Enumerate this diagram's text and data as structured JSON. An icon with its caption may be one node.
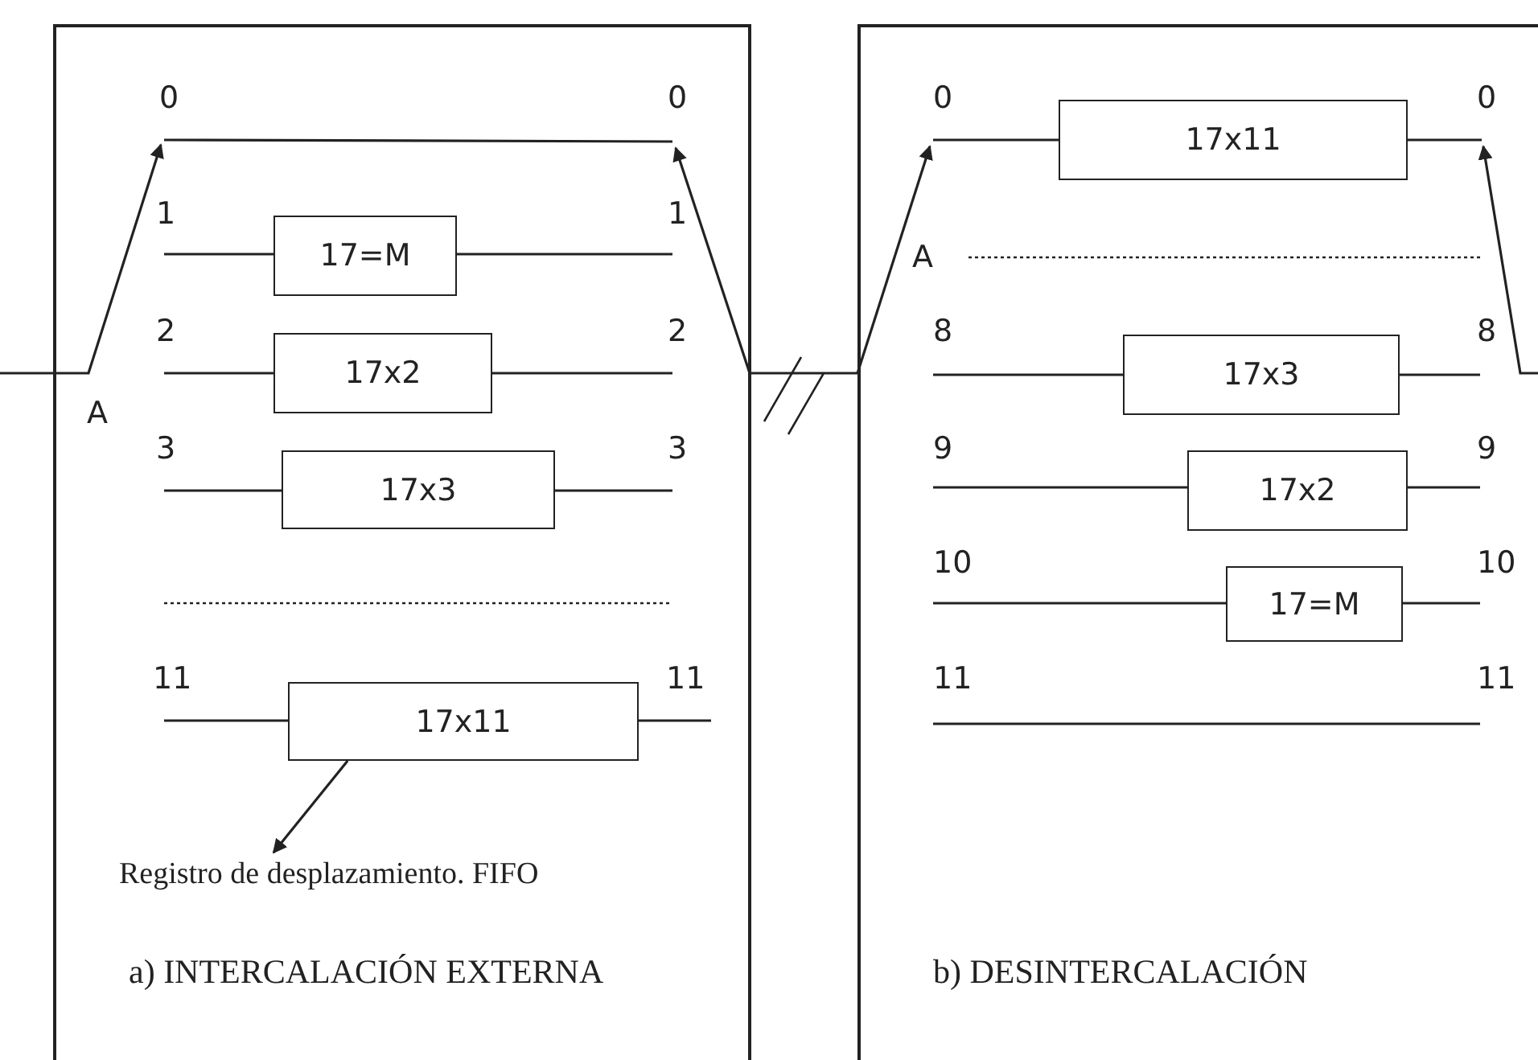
{
  "diagram": {
    "nodes": [
      {
        "text": [
          "a) INTERCALACIÓN EXTERNA"
        ]
      },
      {
        "text": [
          "17=M"
        ],
        "in": 0
      },
      {
        "text": [
          "17x2"
        ],
        "in": 0
      },
      {
        "text": [
          "17x3"
        ],
        "in": 0
      },
      {
        "text": [
          "17x11"
        ],
        "in": 0
      },
      {
        "text": [
          "Registro de desplazamiento. FIFO"
        ],
        "in": 0
      },
      {
        "text": [
          "b) DESINTERCALACIÓN"
        ]
      },
      {
        "text": [
          "17x11"
        ],
        "in": 6
      },
      {
        "text": [
          "17x3"
        ],
        "in": 6
      },
      {
        "text": [
          "17x2"
        ],
        "in": 6
      },
      {
        "text": [
          "17=M"
        ],
        "in": 6
      }
    ],
    "edges": [
      {
        "from": 4,
        "to": 5,
        "arrow": "to"
      }
    ],
    "labels": [
      "0",
      "0",
      "1",
      "1",
      "2",
      "2",
      "A",
      "3",
      "3",
      "11",
      "11",
      "0",
      "0",
      "A",
      "8",
      "8",
      "9",
      "9",
      "10",
      "10",
      "11",
      "11"
    ]
  }
}
